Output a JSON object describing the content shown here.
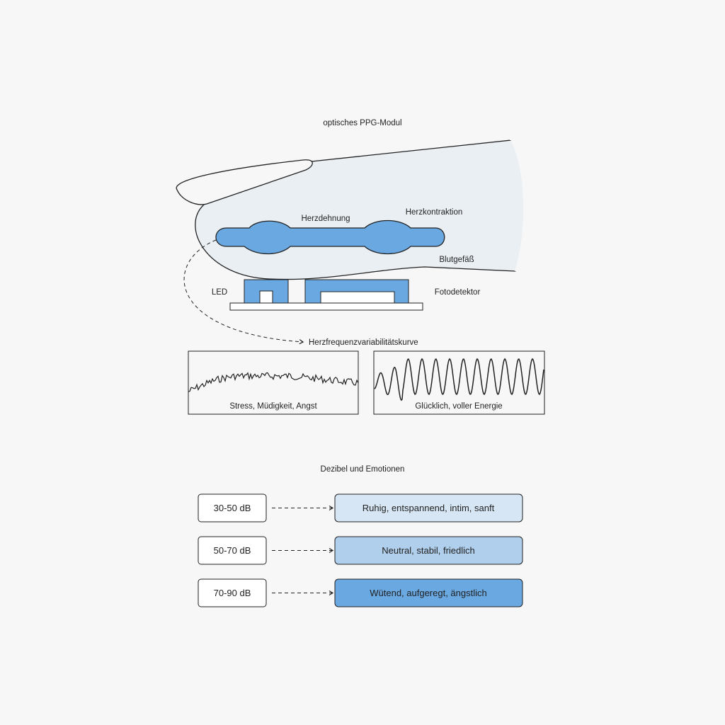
{
  "ppg": {
    "title": "optisches PPG-Modul",
    "labels": {
      "dilation": "Herzdehnung",
      "contraction": "Herzkontraktion",
      "vessel": "Blutgefäß",
      "led": "LED",
      "detector": "Fotodetektor",
      "hrv_curve": "Herzfrequenzvariabilitätskurve"
    },
    "curves": [
      {
        "caption": "Stress, Müdigkeit, Angst"
      },
      {
        "caption": "Glücklich, voller Energie"
      }
    ]
  },
  "decibel": {
    "title": "Dezibel und Emotionen",
    "rows": [
      {
        "range": "30-50 dB",
        "emotion": "Ruhig, entspannend, intim, sanft",
        "color": "#d6e6f4"
      },
      {
        "range": "50-70 dB",
        "emotion": "Neutral, stabil, friedlich",
        "color": "#b0cfec"
      },
      {
        "range": "70-90 dB",
        "emotion": "Wütend, aufgeregt, ängstlich",
        "color": "#6aa8e2"
      }
    ]
  },
  "colors": {
    "skin": "#eaeff4",
    "blood": "#6aa8e2",
    "background": "#f7f7f7"
  }
}
